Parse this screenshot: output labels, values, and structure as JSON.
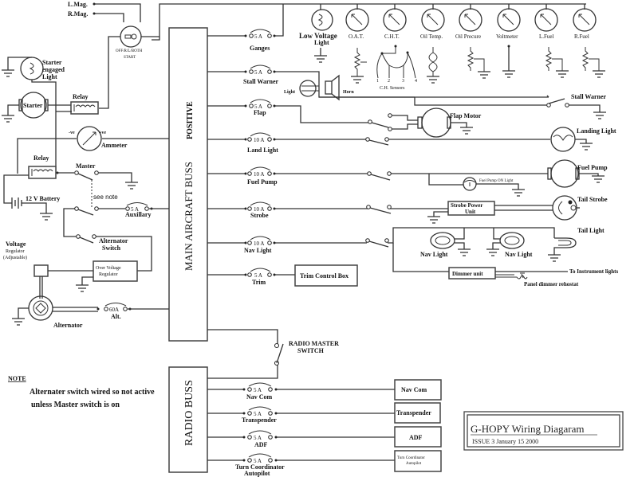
{
  "diagram": {
    "title": "G-HOPY Wiring Diagaram",
    "issue": "ISSUE 3  January 15  2000",
    "main_buss": {
      "label": "MAIN AIRCRAFT BUSS",
      "polarity": "POSITIVE"
    },
    "radio_buss": {
      "label": "RADIO BUSS"
    },
    "radio_master": {
      "line1": "RADIO MASTER",
      "line2": "SWITCH"
    },
    "ignition": {
      "left_mag": "L.Mag.",
      "right_mag": "R.Mag.",
      "switch_label": "OFF/R/L/BOTH",
      "start_label": "START"
    },
    "left_components": {
      "starter_light": [
        "Starter",
        "engaged",
        "Light"
      ],
      "starter": "Starter",
      "relay_top": "Relay",
      "relay_master": "Relay",
      "ammeter": "Ammeter",
      "ammeter_neg": "-ve",
      "ammeter_pos": "+ve",
      "master": "Master",
      "battery": "12 V Battery",
      "see_note": "see note",
      "alternator_switch": [
        "Alternator",
        "Switch"
      ],
      "voltage_regulator": [
        "Voltage",
        "Regulator",
        "(Adjustable)"
      ],
      "over_voltage_regulator": [
        "Over Voltage",
        "Regulator"
      ],
      "alternator": "Alternator",
      "alt_fuse": {
        "rating": "60A",
        "label": "Alt."
      },
      "aux_fuse": {
        "rating": "5 A",
        "label": "Auxillary"
      }
    },
    "main_circuits": [
      {
        "rating": "5 A",
        "label": "Ganges"
      },
      {
        "rating": "5 A",
        "label": "Stall Warner"
      },
      {
        "rating": "5 A",
        "label": "Flap"
      },
      {
        "rating": "10 A",
        "label": "Land Light"
      },
      {
        "rating": "10 A",
        "label": "Fuel Pump"
      },
      {
        "rating": "10 A",
        "label": "Strobe"
      },
      {
        "rating": "10 A",
        "label": "Nav Light"
      },
      {
        "rating": "5 A",
        "label": "Trim"
      }
    ],
    "gauges": [
      {
        "label": "Low Voltage",
        "sub": "Light"
      },
      {
        "label": "O.A.T."
      },
      {
        "label": "C.H.T."
      },
      {
        "label": "Oil Temp."
      },
      {
        "label": "Oil Precure"
      },
      {
        "label": "Voltmeter"
      },
      {
        "label": "L.Fuel"
      },
      {
        "label": "R.Fuel"
      }
    ],
    "ch_sensors": {
      "label": "C.H. Sensors",
      "numbers": [
        "1",
        "2",
        "3",
        "4"
      ]
    },
    "loads": {
      "light": "Light",
      "horn": "Horn",
      "stall_warner": "Stall Warner",
      "flap_motor": "Flap Motor",
      "landing_light": "Landing Light",
      "fuel_pump": "Fuel Pump",
      "fuel_pump_on_light": "Fuel Pump ON Light",
      "strobe_power_unit": [
        "Strobe Power",
        "Unit"
      ],
      "tail_strobe": "Tail Strobe",
      "tail_light": "Tail Light",
      "nav_light_left": "Nav Light",
      "nav_light_right": "Nav Light",
      "dimmer_unit": "Dimmer unit",
      "to_instrument_lights": "To Instrument lights",
      "panel_dimmer": "Panel dimmer rehostat",
      "trim_control_box": "Trim Control Box"
    },
    "radio_circuits": [
      {
        "rating": "5 A",
        "label": "Nav Com",
        "device": "Nav Com"
      },
      {
        "rating": "5 A",
        "label": "Transpender",
        "device": "Transpender"
      },
      {
        "rating": "5 A",
        "label": "ADF",
        "device": "ADF"
      },
      {
        "rating": "5 A",
        "label": "Turn Coordinator",
        "label2": "Autopilot",
        "device": "Turn Coordinator",
        "device2": "Autopilot"
      }
    ],
    "note": {
      "heading": "NOTE",
      "line1": "Alternater switch wired so not active",
      "line2": "unless Master switch is on"
    }
  }
}
